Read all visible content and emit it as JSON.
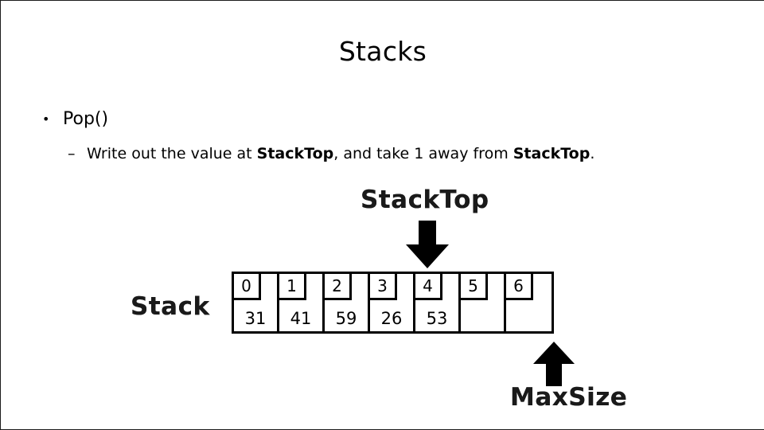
{
  "slide": {
    "title": "Stacks",
    "bullets": [
      {
        "marker": "•",
        "level": 1,
        "text": "Pop()"
      },
      {
        "marker": "–",
        "level": 2,
        "prefix": "Write out the value at ",
        "bold1": "StackTop",
        "middle": ", and take 1 away from ",
        "bold2": "StackTop",
        "suffix": "."
      }
    ],
    "diagram": {
      "label_stacktop": "StackTop",
      "label_stack": "Stack",
      "label_maxsize": "MaxSize",
      "pointer_down_target_index": 4,
      "pointer_up_target_index": 6,
      "array": {
        "indices": [
          "0",
          "1",
          "2",
          "3",
          "4",
          "5",
          "6"
        ],
        "values": [
          "31",
          "41",
          "59",
          "26",
          "53",
          "",
          ""
        ]
      }
    },
    "colors": {
      "text": "#000000",
      "border": "#000000",
      "background": "#ffffff",
      "wordart": "#1a1a1a"
    }
  }
}
